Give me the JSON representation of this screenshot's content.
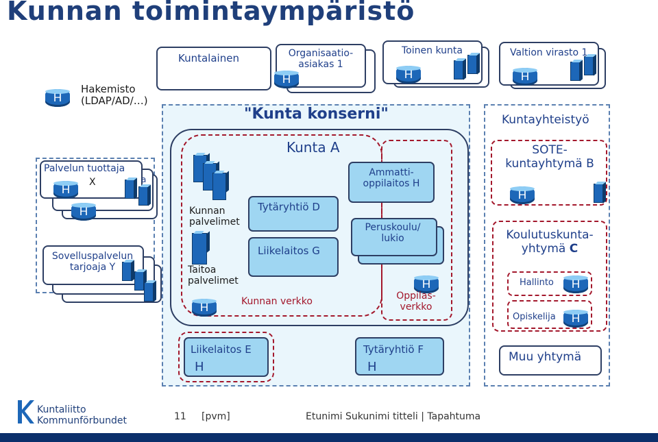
{
  "title": "Kunnan toimintaympäristö",
  "legend": {
    "symbol": "H",
    "text_line1": "Hakemisto",
    "text_line2": "(LDAP/AD/…)"
  },
  "top_cards": {
    "kuntalainen": "Kuntalainen",
    "org_line1": "Organisaatio-",
    "org_line2": "asiakas 1",
    "toinen_kunta": "Toinen kunta",
    "valtion_virasto": "Valtion virasto 1"
  },
  "left_cards": {
    "palvelun_tuottaja": "Palvelun tuottaja",
    "palvelun_tuottaja_x": "X",
    "palvelun_tuottaja_a": "a",
    "sovellus_line1": "Sovelluspalvelun",
    "sovellus_line2": "tarjoaja Y"
  },
  "konserni": {
    "title": "\"Kunta konserni\"",
    "kunta_a": "Kunta A",
    "kunnan_palvelimet_1": "Kunnan",
    "kunnan_palvelimet_2": "palvelimet",
    "taitoa_1": "Taitoa",
    "taitoa_2": "palvelimet",
    "kunnan_verkko": "Kunnan verkko",
    "tytaryhtio_d": "Tytäryhtiö D",
    "liikelaitos_g": "Liikelaitos G",
    "ammatti_1": "Ammatti-",
    "ammatti_2": "oppilaitos H",
    "peruskoulu_1": "Peruskoulu/",
    "peruskoulu_2": "lukio",
    "oppilas_1": "Oppilas-",
    "oppilas_2": "verkko",
    "liikelaitos_e": "Liikelaitos E",
    "tytaryhtio_f": "Tytäryhtiö F"
  },
  "kuntayhteistyo": {
    "title": "Kuntayhteistyö",
    "sote_1": "SOTE-",
    "sote_2": "kuntayhtymä B",
    "koulutus_1": "Koulutuskunta-",
    "koulutus_2": "yhtymä",
    "koulutus_c": "C",
    "hallinto": "Hallinto",
    "opiskelija": "Opiskelija",
    "muu": "Muu yhtymä"
  },
  "footer": {
    "logo_line1": "Kuntaliitto",
    "logo_line2": "Kommunförbundet",
    "page": "11",
    "date": "[pvm]",
    "presenter": "Etunimi Sukunimi titteli",
    "separator": "|",
    "event": "Tapahtuma"
  },
  "colors": {
    "navy": "#2d3e63",
    "blue_text": "#1f3f8a",
    "light_blue": "#9fd6f2",
    "panel": "#eaf6fc",
    "red_dashed": "#a3172b",
    "dashed_blue": "#5a7fb0"
  }
}
